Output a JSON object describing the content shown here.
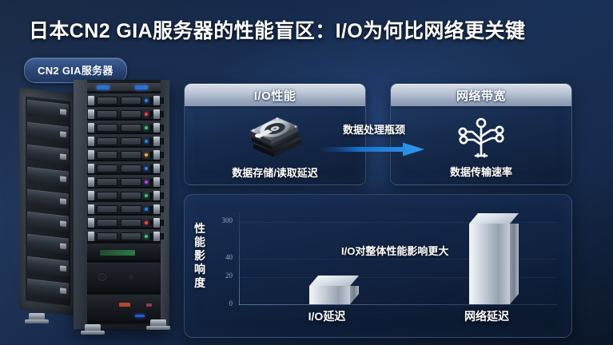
{
  "slide": {
    "title": "日本CN2 GIA服务器的性能盲区：I/O为何比网络更关键",
    "badge": "CN2 GIA服务器",
    "background_color": "#16294a",
    "accent_color": "#2e6fd6"
  },
  "rack": {
    "alt": "server-rack"
  },
  "panels": [
    {
      "header": "I/O性能",
      "icon": "hard-disk-icon",
      "caption": "数据存储/读取延迟"
    },
    {
      "header": "网络带宽",
      "icon": "network-nodes-icon",
      "caption": "数据传输速率"
    }
  ],
  "arrow": {
    "label": "数据处理瓶颈",
    "icon": "right-arrow-icon",
    "color": "#1f7fe0"
  },
  "chart_data": {
    "type": "bar",
    "title": "",
    "annotation": "I/O对整体性能影响更大",
    "categories": [
      "I/O延迟",
      "网络延迟"
    ],
    "values": [
      20,
      300
    ],
    "xlabel": "",
    "ylabel": "性能影响度",
    "yticks": [
      300,
      40,
      20,
      0
    ],
    "ytick_positions_pct": [
      10,
      50,
      70,
      100
    ],
    "ylim": [
      0,
      300
    ],
    "grid": true,
    "legend": false
  }
}
